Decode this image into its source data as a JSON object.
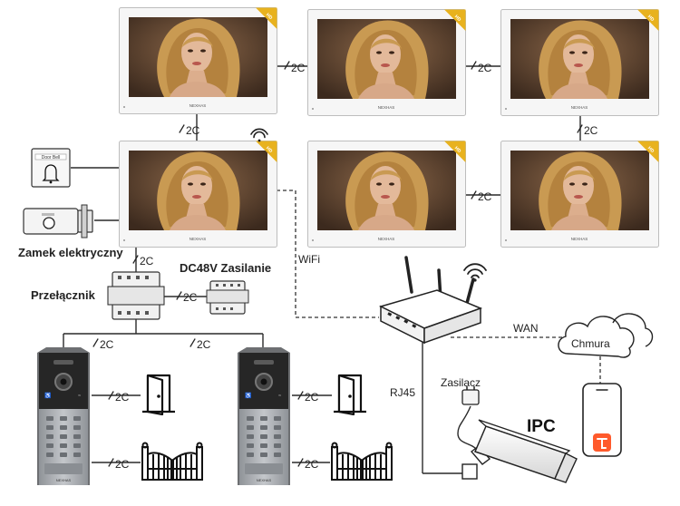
{
  "labels": {
    "door_bell": "Door Bell",
    "lock": "Zamek elektryczny",
    "power": "DC48V Zasilanie",
    "switch": "Przełącznik",
    "wifi": "WiFi",
    "wan": "WAN",
    "cloud": "Chmura",
    "rj45": "RJ45",
    "ipc": "IPC",
    "ipc_power": "Zasilacz",
    "hd": "HD",
    "monitor_brand": "NEXHAS",
    "wire": "2C"
  },
  "colors": {
    "line": "#2a2a2a",
    "monitor_frame": "#f4f4f4",
    "screen_bg": "#6b4a33",
    "hair": "#c99a52",
    "hd_badge": "#e8b21e",
    "panel_body": "#a9adb2",
    "panel_top": "#2b2b2b",
    "tuya": "#ff5a2c"
  }
}
